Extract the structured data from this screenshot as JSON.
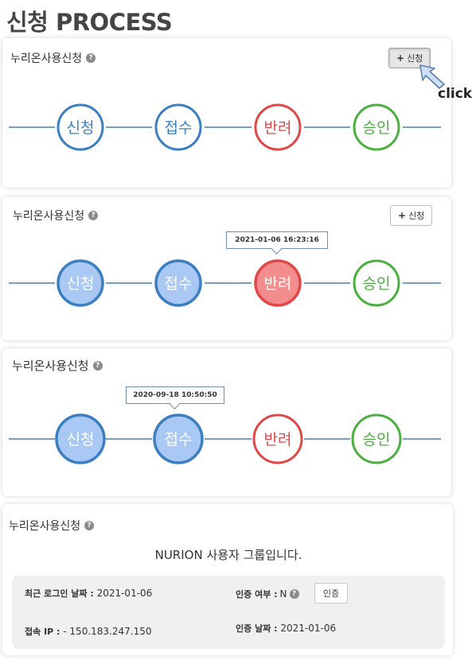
{
  "page_title": "신청 PROCESS",
  "section_heading": "누리온사용신청",
  "help_icon_glyph": "?",
  "apply_button": {
    "plus": "+",
    "label": "신청"
  },
  "click_label": "click",
  "steps": [
    {
      "label": "신청",
      "color": "#3b7fc0"
    },
    {
      "label": "접수",
      "color": "#3b7fc0"
    },
    {
      "label": "반려",
      "color": "#e04848"
    },
    {
      "label": "승인",
      "color": "#4cb040"
    }
  ],
  "active_fills": {
    "blue": "#a9c8f4",
    "red": "#f38c8c"
  },
  "panels": [
    {
      "active_steps": [],
      "tooltip": null
    },
    {
      "active_steps": [
        0,
        1,
        2
      ],
      "tooltip": {
        "step": 2,
        "text": "2021-01-06 16:23:16"
      }
    },
    {
      "active_steps": [
        0,
        1
      ],
      "tooltip": {
        "step": 1,
        "text": "2020-09-18 10:50:50"
      }
    }
  ],
  "group_message": "NURION 사용자 그룹입니다.",
  "info": {
    "last_login_label": "최근 로그인 날짜 :",
    "last_login_value": "2021-01-06",
    "auth_status_label": "인증 여부 :",
    "auth_status_value": "N",
    "auth_button_label": "인증",
    "access_ip_label": "접속 IP :",
    "access_ip_value": "- 150.183.247.150",
    "auth_date_label": "인증 날짜 :",
    "auth_date_value": "2021-01-06"
  }
}
